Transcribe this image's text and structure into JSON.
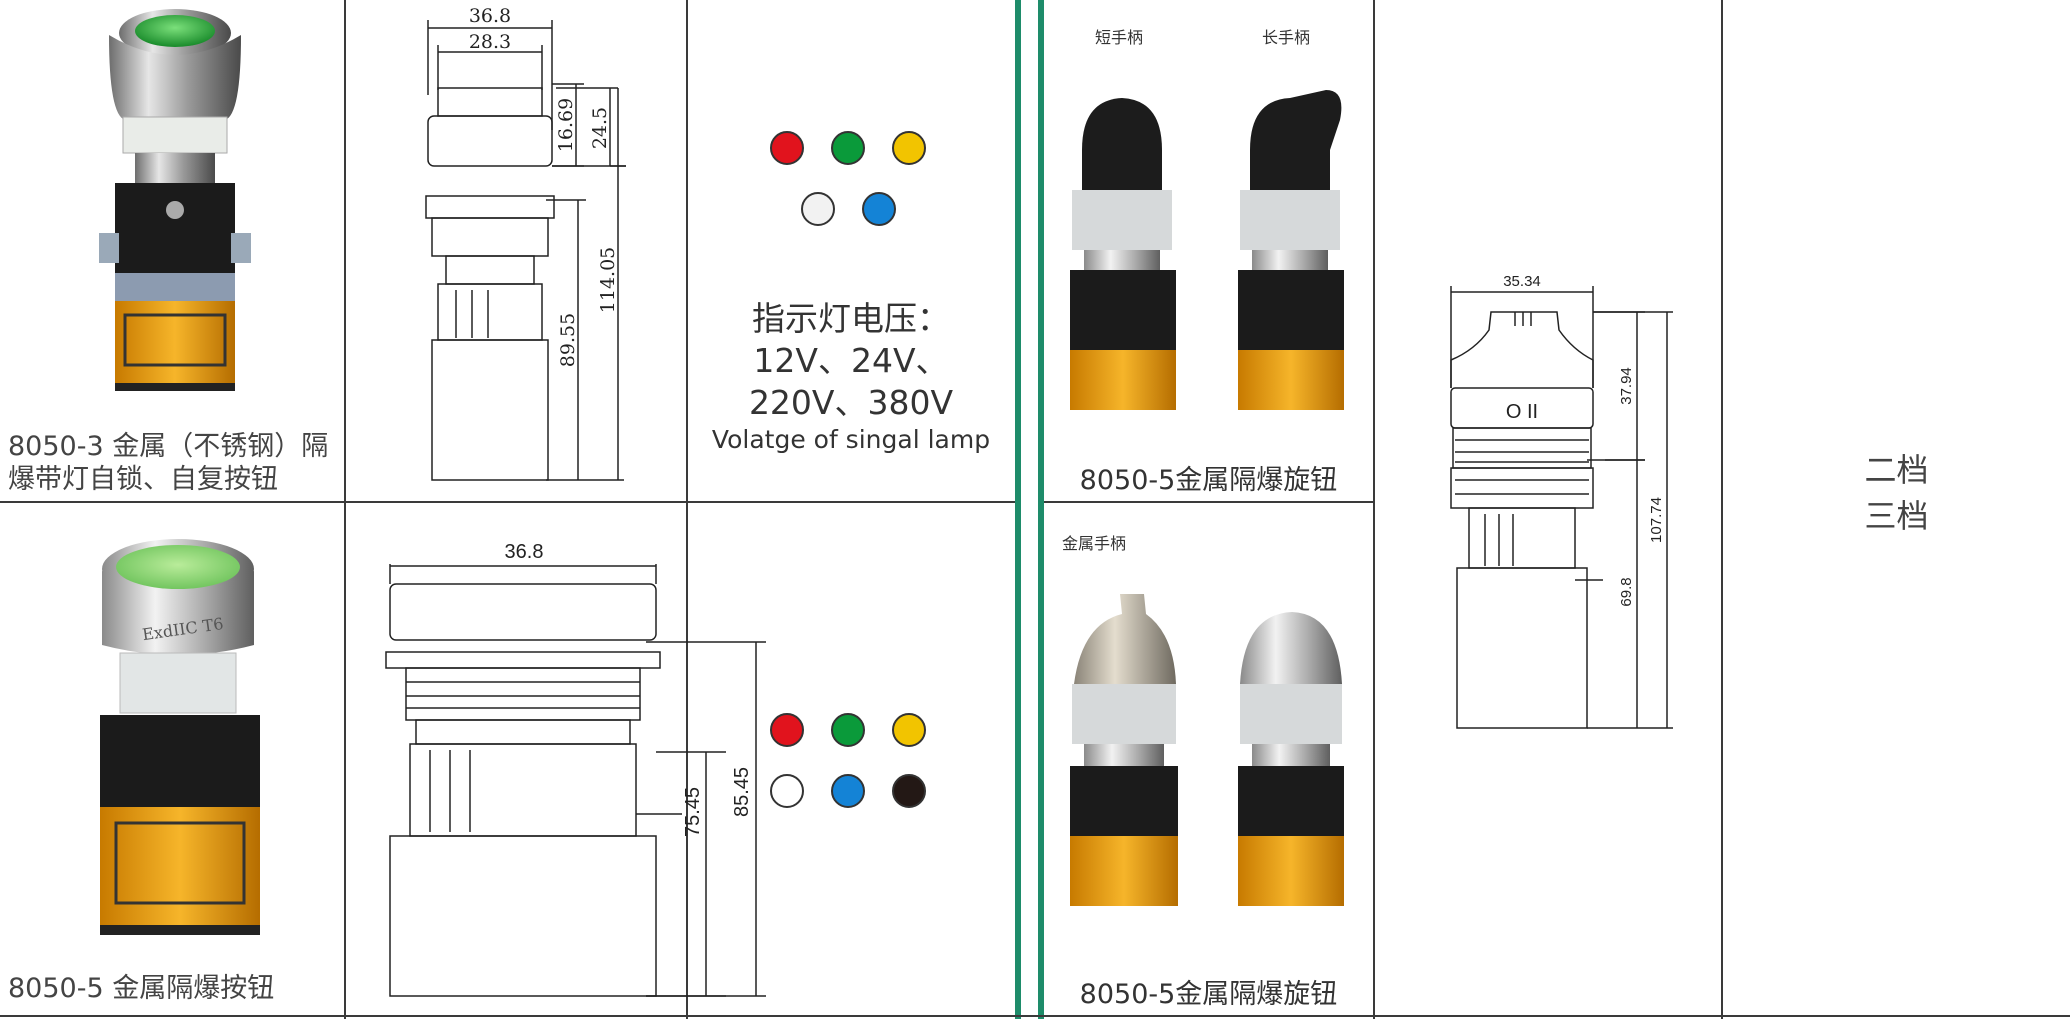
{
  "products": {
    "button_lamp": {
      "caption_line1": "8050-3 金属（不锈钢）隔",
      "caption_line2": "爆带灯自锁、自复按钮"
    },
    "button_flat": {
      "caption": "8050-5 金属隔爆按钮",
      "body_marking": "ExdIIC T6"
    },
    "rotary_a": {
      "label_short": "短手柄",
      "label_long": "长手柄",
      "caption": "8050-5金属隔爆旋钮"
    },
    "rotary_b": {
      "label_metal": "金属手柄",
      "caption": "8050-5金属隔爆旋钮"
    }
  },
  "dimensions_a": {
    "w1": "36.8",
    "w2": "28.3",
    "h1": "16.69",
    "h2": "24.5",
    "h3": "114.05",
    "h4": "89.55"
  },
  "dimensions_b": {
    "w1": "36.8",
    "h1": "75.45",
    "h2": "85.45"
  },
  "dimensions_c": {
    "w1": "35.34",
    "h1": "37.94",
    "h2": "107.74",
    "h3": "69.8",
    "marks": "O  II"
  },
  "lamp": {
    "title": "指示灯电压：",
    "line1": "12V、24V、",
    "line2": "220V、380V",
    "english": "Volatge of singal lamp",
    "colors_row1": [
      "#e1131d",
      "#0a9a3a",
      "#f2c400"
    ],
    "colors_row2": [
      "#f2f2f2",
      "#1483d6"
    ],
    "colors_row3": [
      "#e1131d",
      "#0a9a3a",
      "#f2c400"
    ],
    "colors_row4": [
      "#ffffff",
      "#1483d6",
      "#231815"
    ]
  },
  "positions": {
    "line1": "二档",
    "line2": "三档"
  }
}
